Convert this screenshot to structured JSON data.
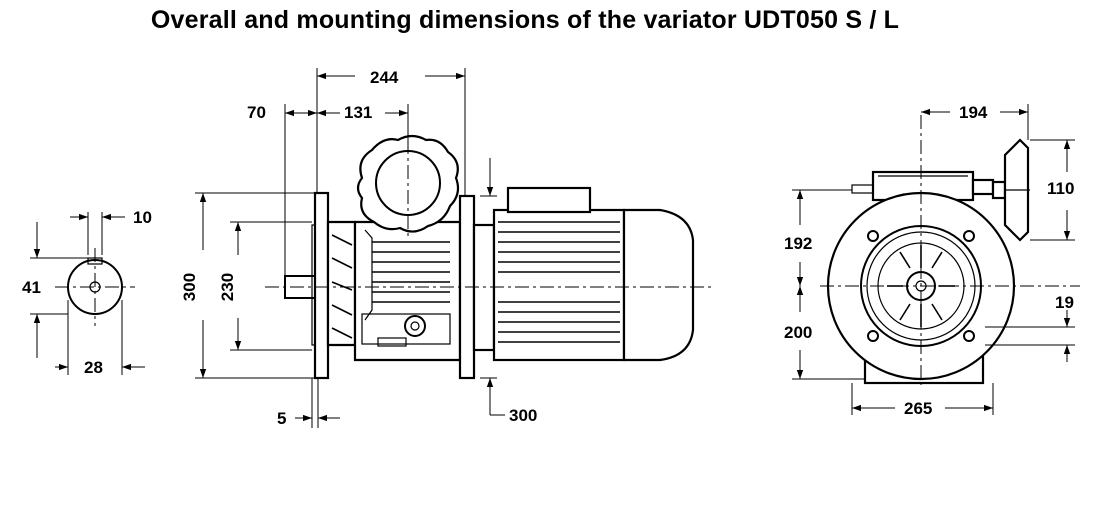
{
  "title": "Overall and mounting dimensions of the variator UDT050 S / L",
  "dimensions": {
    "d_10": "10",
    "d_41": "41",
    "d_28": "28",
    "d_70": "70",
    "d_131": "131",
    "d_244": "244",
    "d_300_height": "300",
    "d_230": "230",
    "d_5": "5",
    "d_300_flange": "300",
    "d_194": "194",
    "d_110": "110",
    "d_192": "192",
    "d_200": "200",
    "d_19": "19",
    "d_265": "265"
  },
  "colors": {
    "line": "#000000",
    "background": "#ffffff"
  }
}
